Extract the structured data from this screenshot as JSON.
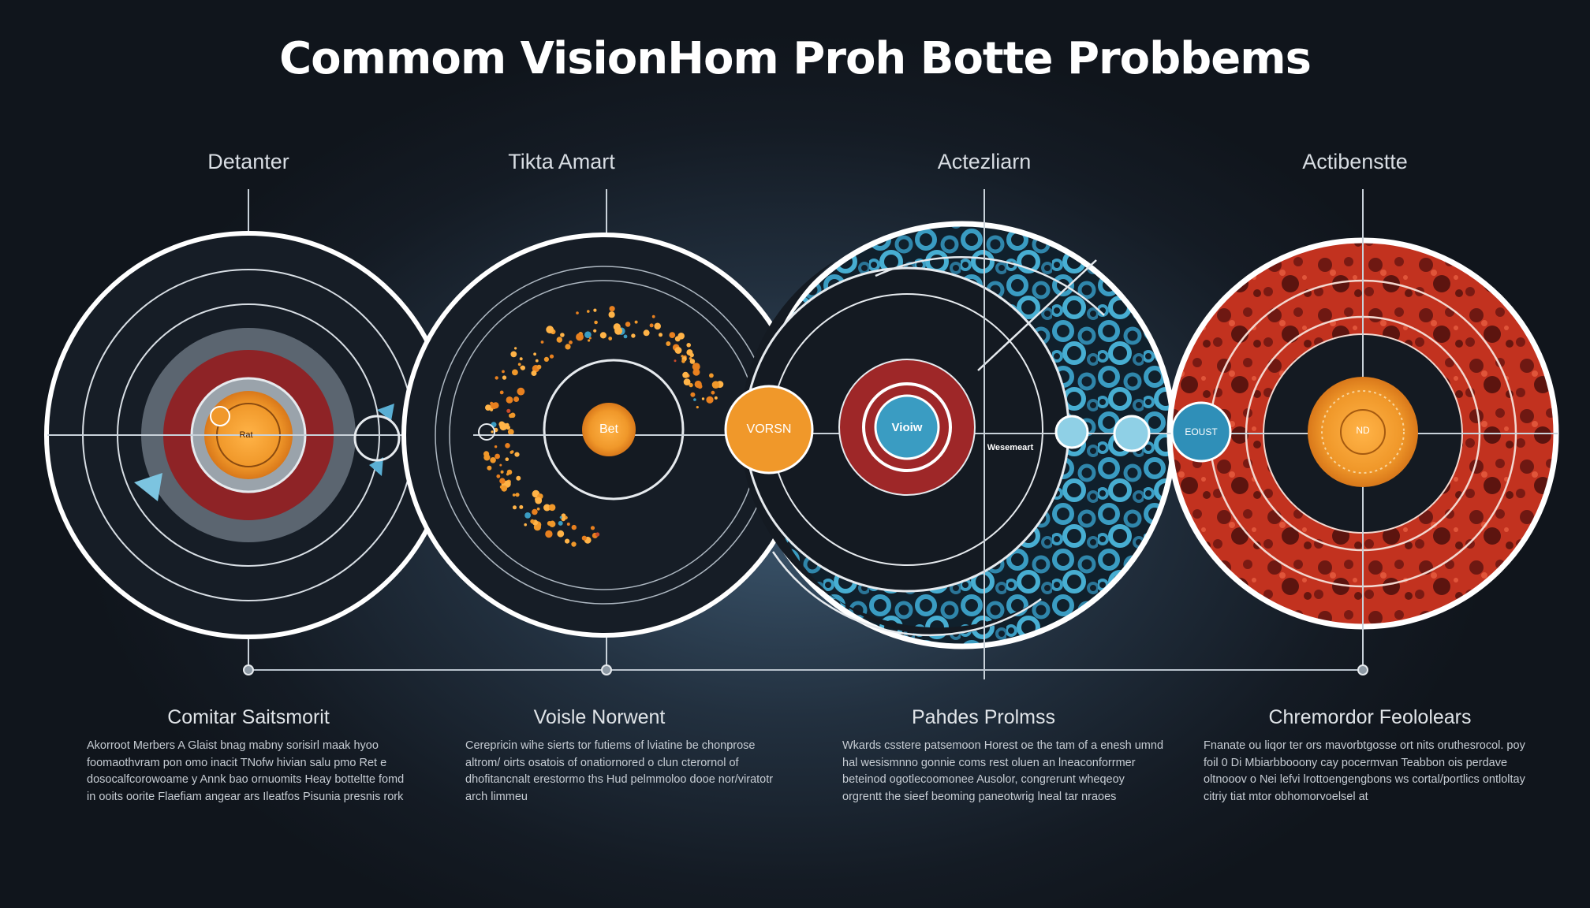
{
  "title": "Commom VisionHom Proh Botte Probbems",
  "colors": {
    "background": "#1a2430",
    "orange": "#f0982a",
    "red": "#a32a2a",
    "blue": "#3a9cc2",
    "white": "#ffffff"
  },
  "panels": [
    {
      "top_label": "Detanter",
      "center_label": "Rat",
      "bottom_label": "Comitar Saitsmorit",
      "description": "Akorroot Merbers A Glaist bnag mabny sorisirl maak hyoo foomaothvram pon omo inacit TNofw hivian salu pmo Ret e dosocalfcorowoame y Annk bao ornuomits Heay botteltte fomd in ooits oorite Flaefiam angear ars Ileatfos Pisunia presnis rork"
    },
    {
      "top_label": "Tikta Amart",
      "center_label": "Bet",
      "bottom_label": "Voisle Norwent",
      "description": "Cerepricin wihe sierts tor futiems of lviatine be chonprose altrom/ oirts osatois of onatiornored o clun cterornol of dhofitancnalt erestormo ths Hud pelmmoloo dooe nor/viratotr arch limmeu"
    },
    {
      "top_label": "Actezliarn",
      "center_label": "Vioiw",
      "side_label": "VORSN",
      "inner_text": "Wesemeart",
      "bottom_label": "Pahdes Prolmss",
      "description": "Wkards csstere patsemoon Horest oe the tam of a enesh umnd hal wesismnno gonnie coms rest oluen an lneaconforrmer beteinod ogotlecoomonee Ausolor, congrerunt wheqeoy orgrentt the sieef beoming paneotwrig lneal tar nraoes"
    },
    {
      "top_label": "Actibenstte",
      "center_label": "ND",
      "side_label": "EOUST",
      "bottom_label": "Chremordor Feololears",
      "description": "Fnanate ou liqor ter ors mavorbtgosse ort nits oruthesrocol. poy foil 0 Di Mbiarbbooony cay pocermvan Teabbon ois perdave oltnooov o Nei lefvi lrottoengengbons ws cortal/portlics ontloltay citriy tiat mtor obhomorvoelsel at"
    }
  ],
  "small_nodes": [
    "",
    ""
  ]
}
